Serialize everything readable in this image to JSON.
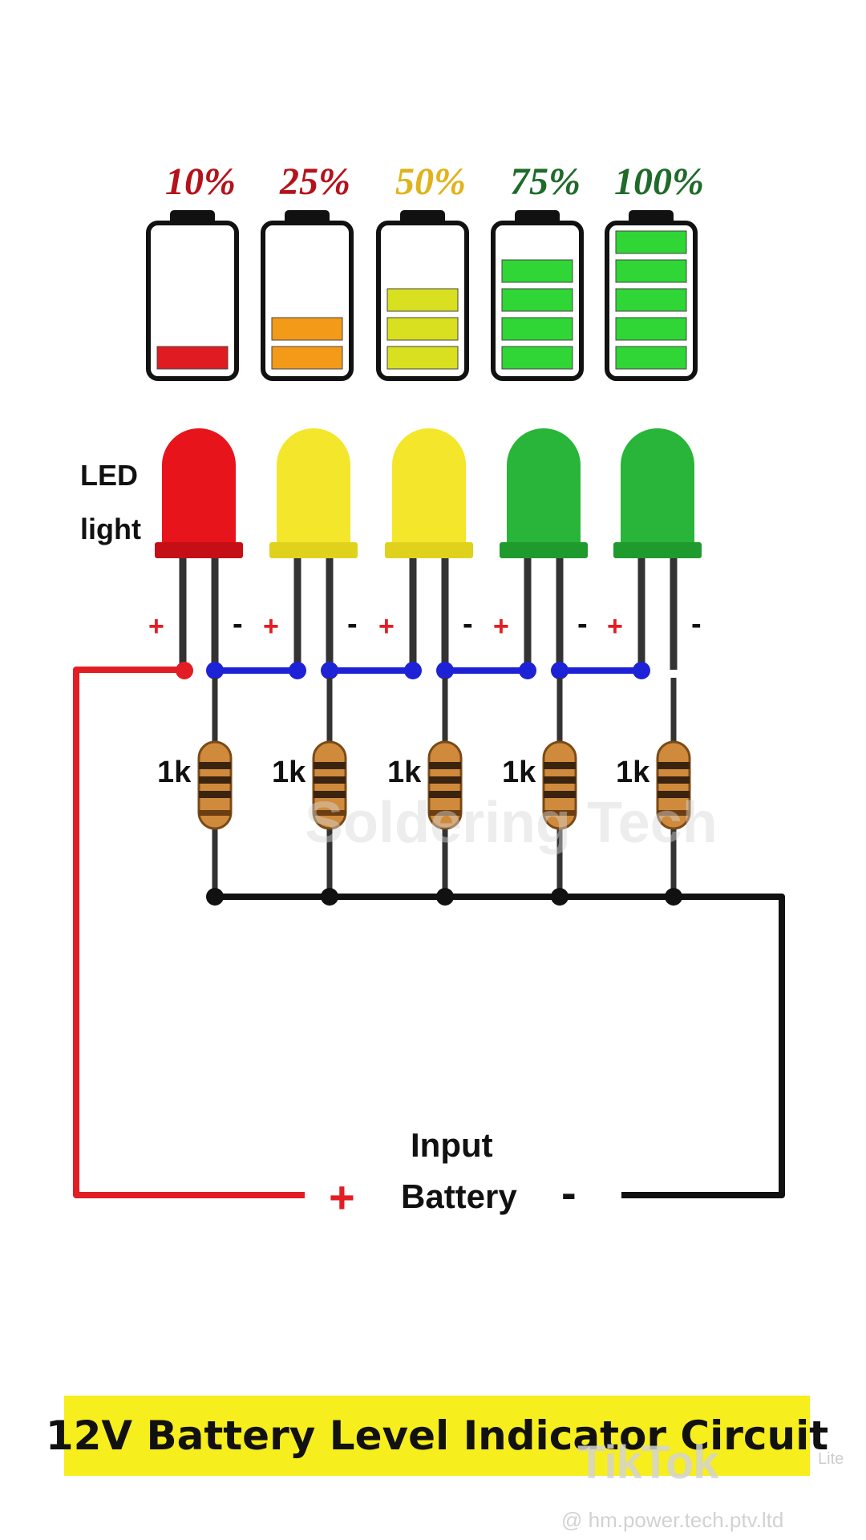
{
  "batteries": [
    {
      "label": "10%",
      "color": "#b5121b",
      "bars": 1,
      "bar_color": "#e01b22"
    },
    {
      "label": "25%",
      "color": "#b5121b",
      "bars": 2,
      "bar_color": "#f39a19"
    },
    {
      "label": "50%",
      "color": "#e0b31a",
      "bars": 3,
      "bar_color": "#d8e01f"
    },
    {
      "label": "75%",
      "color": "#1f6b2a",
      "bars": 4,
      "bar_color": "#2fd635"
    },
    {
      "label": "100%",
      "color": "#1f6b2a",
      "bars": 5,
      "bar_color": "#2fd635"
    }
  ],
  "led_label_line1": "LED",
  "led_label_line2": "light",
  "leds": [
    {
      "color": "#e8141c",
      "rim": "#c40f16"
    },
    {
      "color": "#f4e62a",
      "rim": "#e0d21c"
    },
    {
      "color": "#f4e62a",
      "rim": "#e0d21c"
    },
    {
      "color": "#29b43a",
      "rim": "#1f9a2d"
    },
    {
      "color": "#29b43a",
      "rim": "#1f9a2d"
    }
  ],
  "plus_sign": "+",
  "minus_sign": "-",
  "resistor_label": "1k",
  "input_label_line1": "Input",
  "input_label_line2": "Battery",
  "input_plus": "+",
  "input_minus": "-",
  "title": "12V Battery Level Indicator Circuit",
  "watermark_channel": "Soldering Tech",
  "watermark_app": "TikTok",
  "watermark_app_suffix": "Lite",
  "watermark_handle": "@ hm.power.tech.ptv.ltd",
  "colors": {
    "positive_wire": "#e31d24",
    "negative_wire": "#111111",
    "link_wire": "#1e22d6",
    "title_bg": "#f7ee1d"
  }
}
